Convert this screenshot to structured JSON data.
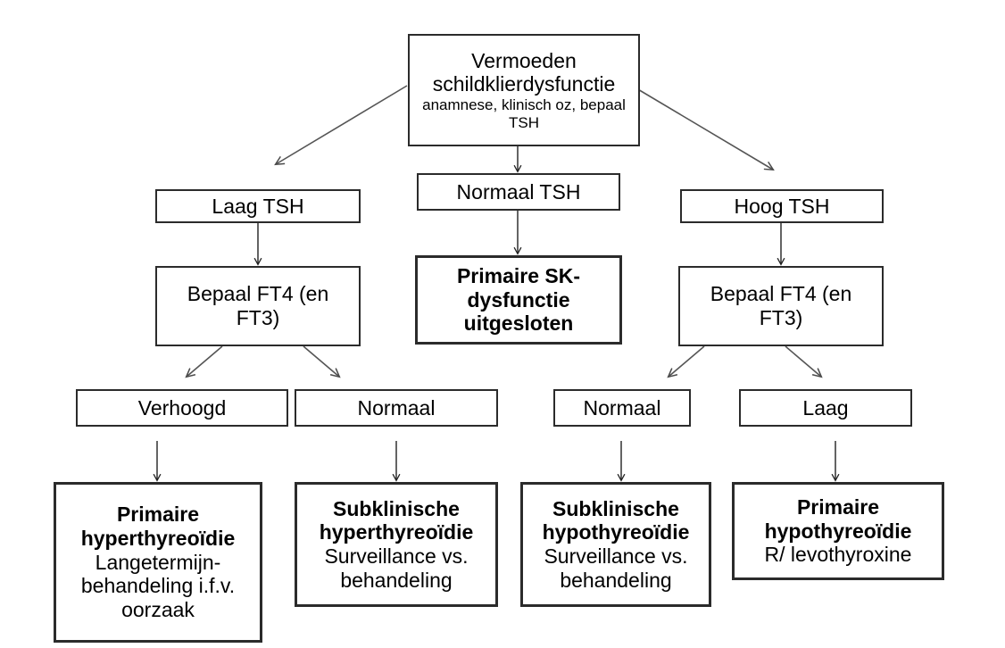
{
  "diagram": {
    "title": "Vermoeden schildklierdysfunctie flowchart",
    "language": "nl",
    "background_color": "#ffffff",
    "line_color": "#444444",
    "border_color": "#2b2b2b"
  },
  "nodes": {
    "root": {
      "main": "Vermoeden\nschildklierdysfunctie",
      "sub": "anamnese, klinisch oz, bepaal\nTSH"
    },
    "tsh_low": {
      "main": "Laag TSH"
    },
    "tsh_normal": {
      "main": "Normaal TSH"
    },
    "tsh_high": {
      "main": "Hoog TSH"
    },
    "ft4_left": {
      "main": "Bepaal FT4 (en\nFT3)"
    },
    "ft4_right": {
      "main": "Bepaal FT4 (en\nFT3)"
    },
    "sk_excluded": {
      "main": "Primaire SK-\ndysfunctie\nuitgesloten"
    },
    "ft4_verhoogd": {
      "main": "Verhoogd"
    },
    "ft4_normaal_left": {
      "main": "Normaal"
    },
    "ft4_normaal_right": {
      "main": "Normaal"
    },
    "ft4_laag": {
      "main": "Laag"
    },
    "primaire_hyper": {
      "main": "Primaire\nhyperthyreoïdie",
      "sub": "Langetermijn-\nbehandeling i.f.v.\noorzaak"
    },
    "subklinische_hyper": {
      "main": "Subklinische\nhyperthyreoïdie",
      "sub": "Surveillance vs.\nbehandeling"
    },
    "subklinische_hypo": {
      "main": "Subklinische\nhypothyreoïdie",
      "sub": "Surveillance vs.\nbehandeling"
    },
    "primaire_hypo": {
      "main": "Primaire\nhypothyreoïdie",
      "sub": "R/ levothyroxine"
    }
  }
}
